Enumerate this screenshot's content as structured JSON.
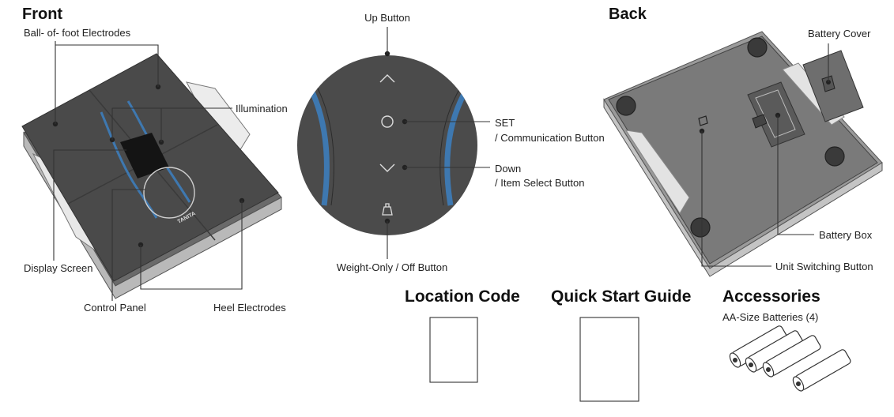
{
  "headings": {
    "front": "Front",
    "back": "Back",
    "location_code": "Location Code",
    "quick_start": "Quick Start Guide",
    "accessories": "Accessories"
  },
  "front_labels": {
    "ball_electrodes": "Ball- of- foot Electrodes",
    "illumination": "Illumination",
    "display_screen": "Display Screen",
    "control_panel": "Control Panel",
    "heel_electrodes": "Heel Electrodes",
    "brand": "TANITA"
  },
  "panel_labels": {
    "up": "Up Button",
    "set": "SET",
    "set_sub": "/ Communication Button",
    "down": "Down",
    "down_sub": "/ Item Select Button",
    "weight_only": "Weight-Only / Off Button"
  },
  "back_labels": {
    "battery_cover": "Battery Cover",
    "battery_box": "Battery Box",
    "unit_switching": "Unit Switching Button"
  },
  "accessories": {
    "batteries": "AA-Size Batteries (4)"
  }
}
